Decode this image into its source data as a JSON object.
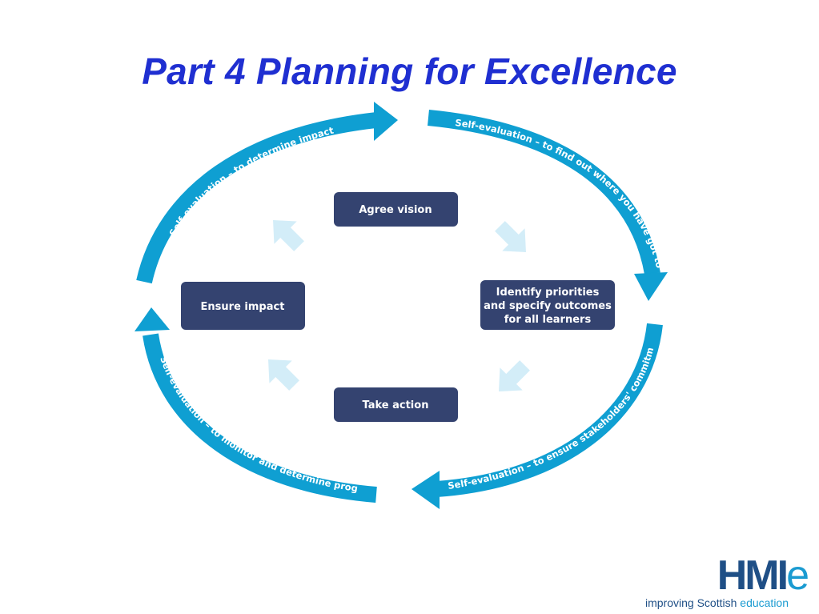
{
  "title": "Part 4 Planning for Excellence",
  "colors": {
    "arc": "#0f9fd2",
    "node": "#344370",
    "inner_arrow": "#d3edf8",
    "title": "#1f2fd1"
  },
  "nodes": {
    "agree_vision": "Agree vision",
    "identify_line1": "Identify priorities",
    "identify_line2": "and specify outcomes",
    "identify_line3": "for all learners",
    "take_action": "Take action",
    "ensure_impact": "Ensure impact"
  },
  "arcs": {
    "top_left": "Self-evaluation – to determine impact",
    "top_right": "Self-evaluation – to find out where you have got to",
    "bottom_right": "Self-evaluation – to ensure stakeholders' commitment",
    "bottom_left": "Self-evaluation – to monitor and determine progress"
  },
  "logo": {
    "mark": "HMI",
    "mark_e": "e",
    "tagline": "improving Scottish ",
    "tagline_edu": "education"
  }
}
